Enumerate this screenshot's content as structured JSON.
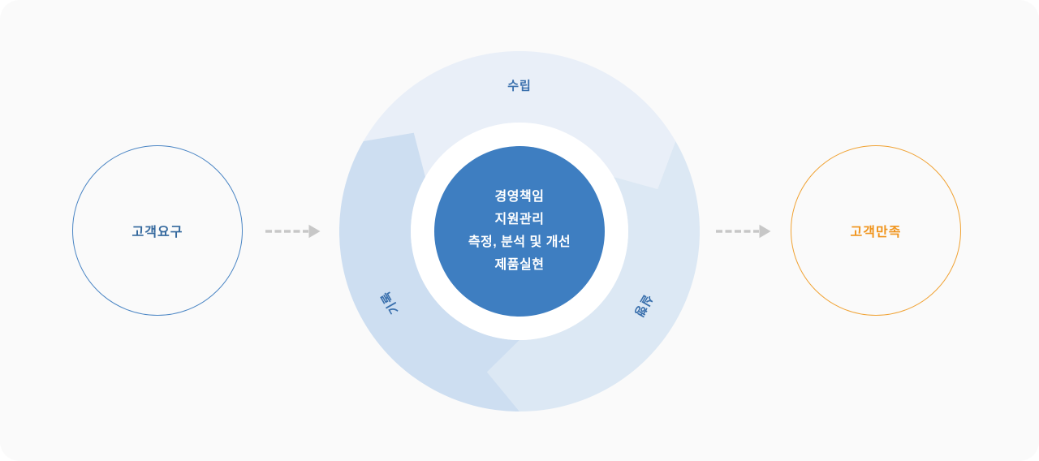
{
  "canvas_bg": "#fafafa",
  "left_circle": {
    "label": "고객요구",
    "border_color": "#4a85c4",
    "text_color": "#35699e"
  },
  "right_circle": {
    "label": "고객만족",
    "border_color": "#f0a233",
    "text_color": "#f0941c"
  },
  "connector": {
    "color": "#c7c7c7"
  },
  "cycle": {
    "labels": {
      "top": "수립",
      "right": "실행",
      "bottom_left": "기록"
    },
    "label_color": "#3a70ad",
    "segments": {
      "top": "#e9eff8",
      "right": "#dce8f4",
      "left": "#cddef1"
    },
    "inner_ring_color": "#ffffff",
    "center": {
      "bg": "#3e7ec1",
      "text_color": "#ffffff",
      "lines": [
        "경영책임",
        "지원관리",
        "측정, 분석 및 개선",
        "제품실현"
      ]
    }
  }
}
